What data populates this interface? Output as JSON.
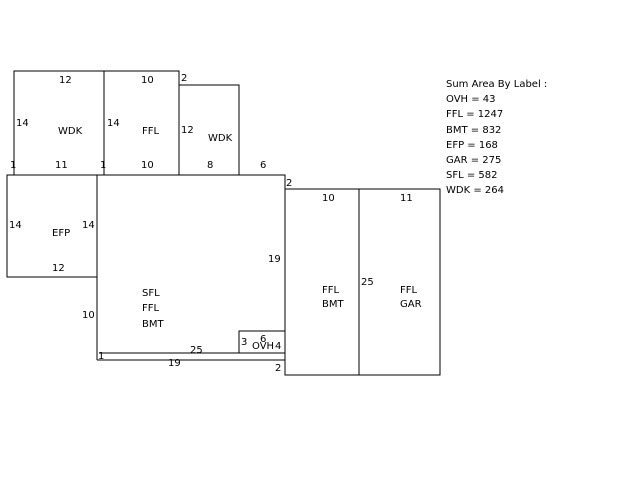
{
  "legend": {
    "title": "Sum Area By Label :",
    "entries": [
      "OVH = 43",
      "FFL = 1247",
      "BMT = 832",
      "EFP = 168",
      "GAR = 275",
      "SFL = 582",
      "WDK = 264"
    ]
  },
  "areas": {
    "wdk_left": [
      "WDK"
    ],
    "ffl_top": [
      "FFL"
    ],
    "wdk_small": [
      "WDK"
    ],
    "efp": [
      "EFP"
    ],
    "main": [
      "SFL",
      "FFL",
      "BMT"
    ],
    "right_bmt": [
      "FFL",
      "BMT"
    ],
    "right_gar": [
      "FFL",
      "GAR"
    ],
    "ovh": [
      "OVH"
    ]
  },
  "dimensions": {
    "wdk_left_top": "12",
    "wdk_left_left": "14",
    "wdk_left_bottom": "11",
    "wdk_left_corner_l": "1",
    "wdk_left_corner_r": "1",
    "ffl_top_top": "10",
    "ffl_top_left": "14",
    "ffl_top_bottom": "10",
    "corner_2_top": "2",
    "wdk_small_left": "12",
    "wdk_small_bottom": "8",
    "step_6": "6",
    "corner_2_mid": "2",
    "efp_left": "14",
    "efp_right": "14",
    "efp_bottom": "12",
    "main_right": "19",
    "main_left": "10",
    "main_bottom_inner": "25",
    "main_bottom": "19",
    "corner_1_bottom": "1",
    "ovh_left": "3",
    "ovh_top": "6",
    "ovh_right": "4",
    "corner_2_bottom": "2",
    "bmt_top": "10",
    "gar_top": "11",
    "gar_left": "25"
  }
}
